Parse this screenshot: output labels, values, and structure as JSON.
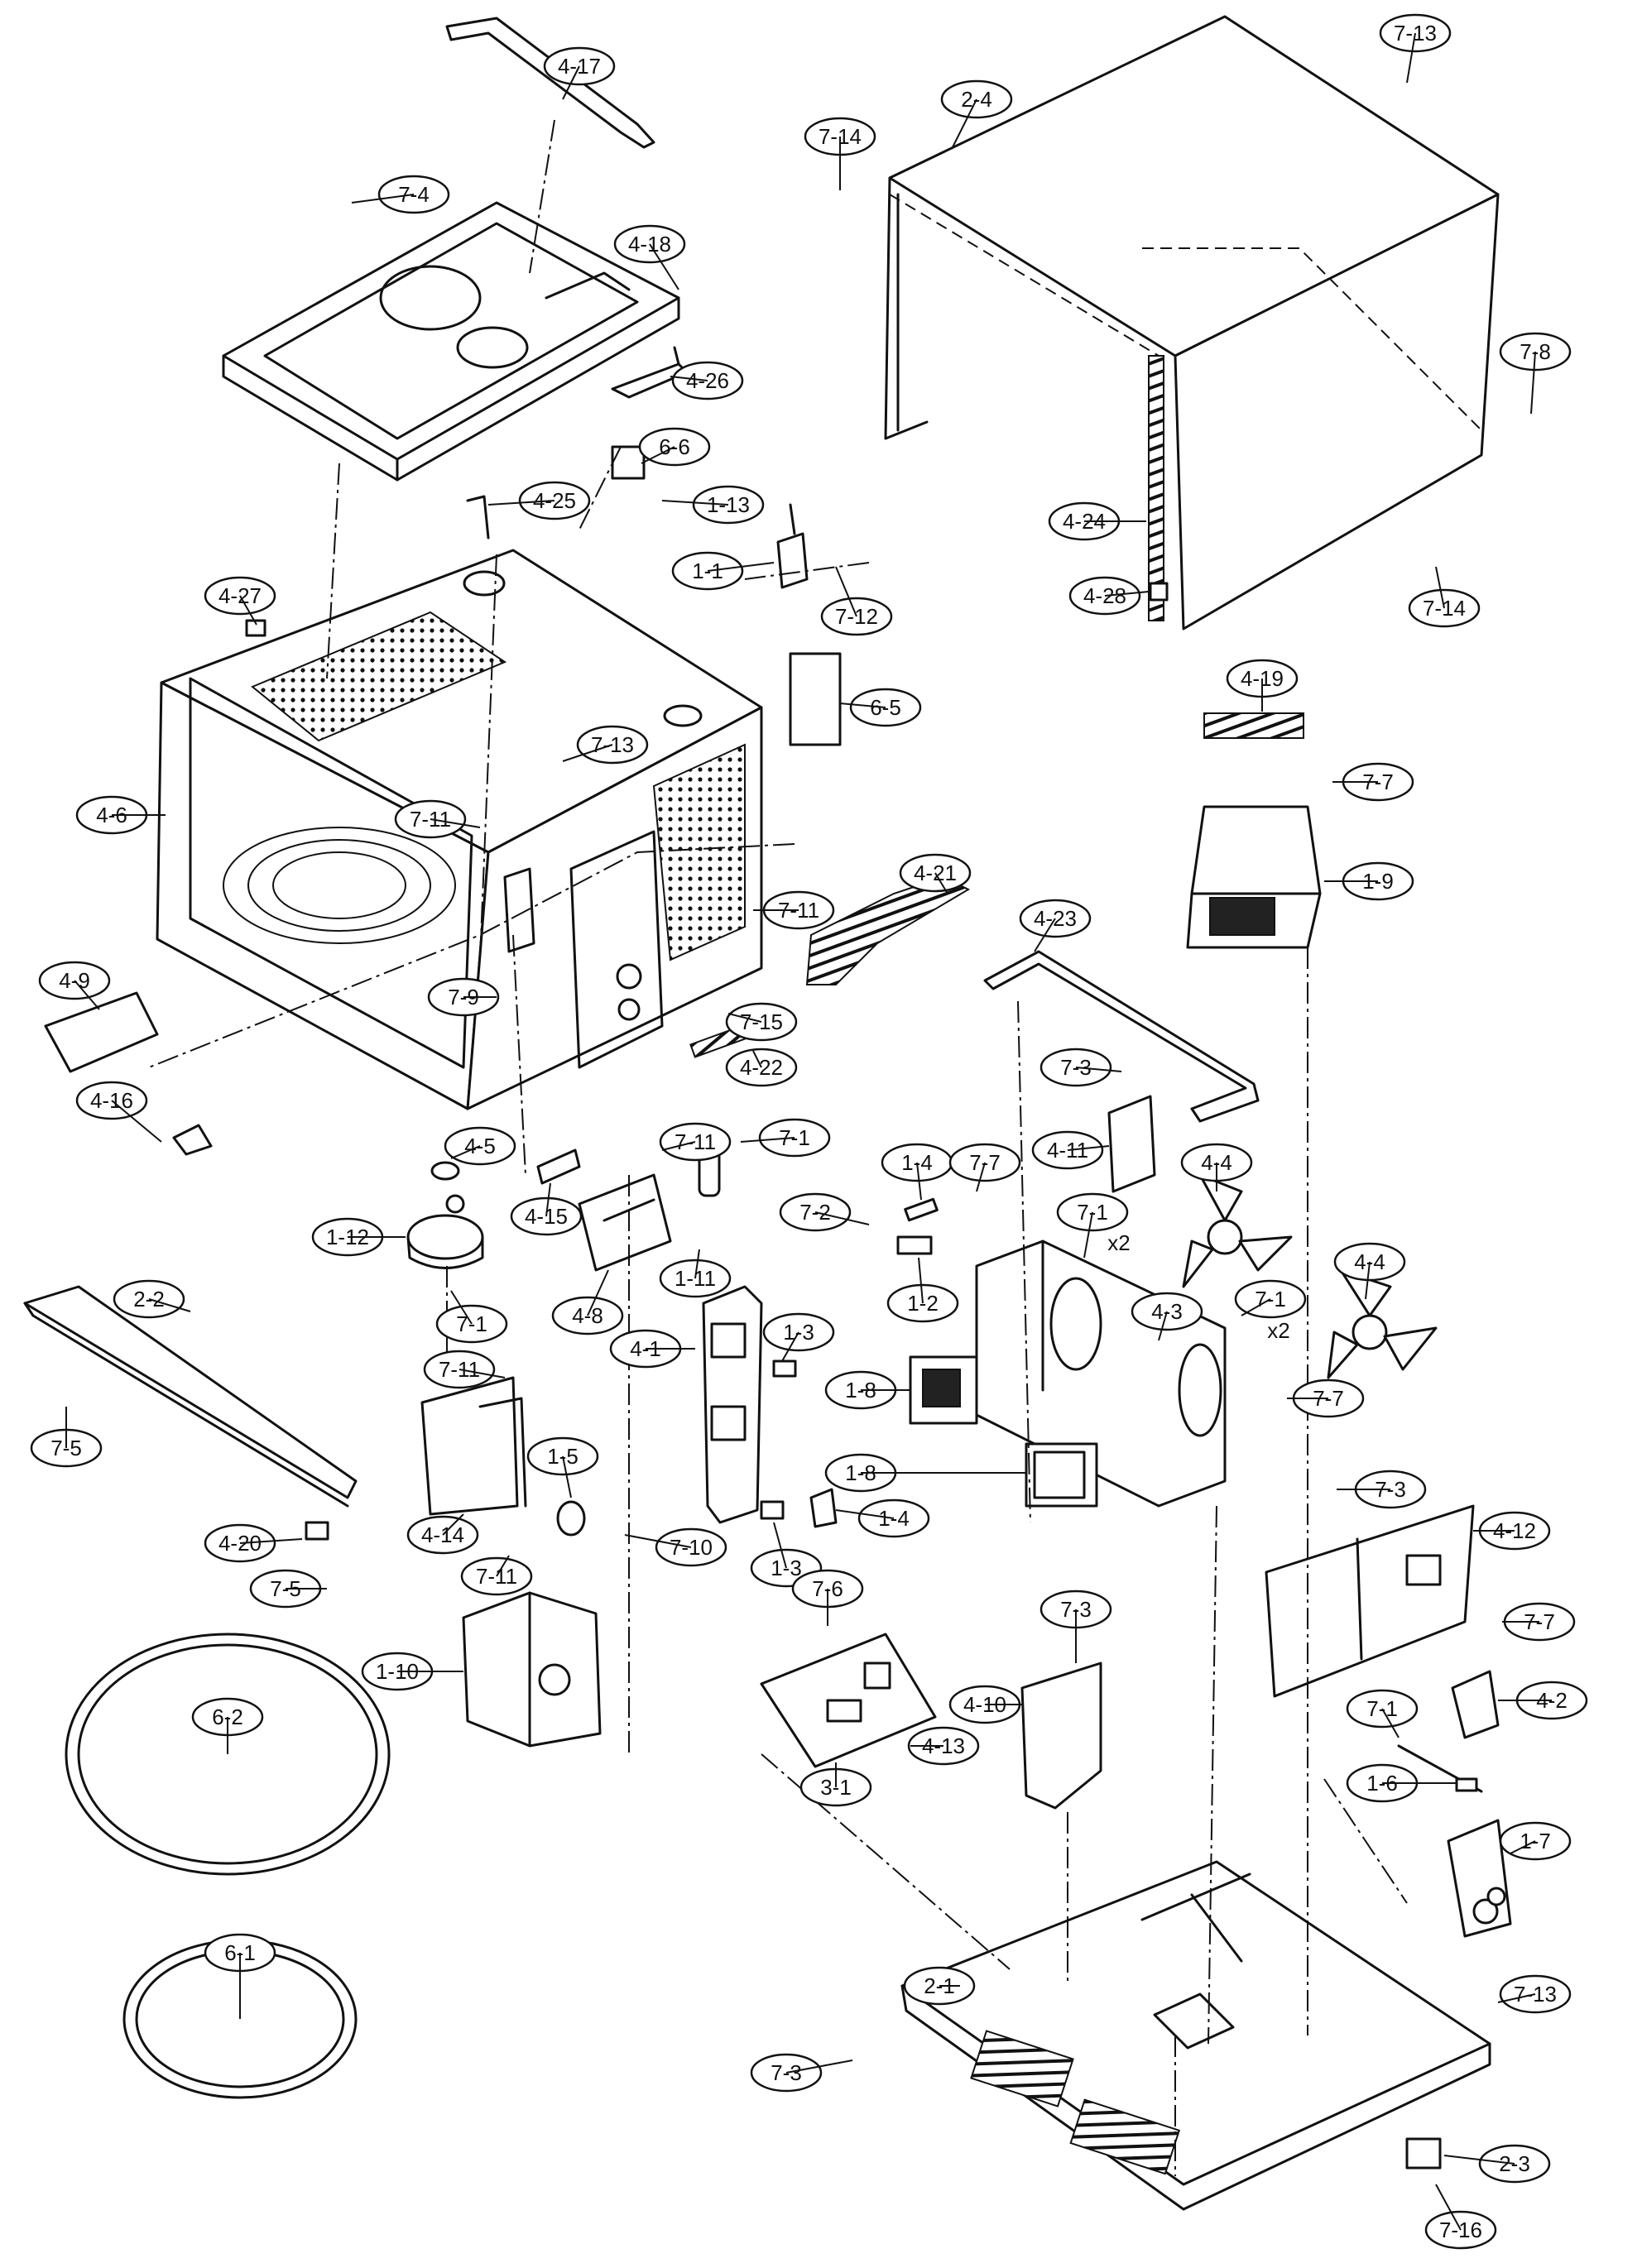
{
  "diagram": {
    "title": "",
    "colors": {
      "line": "#111111",
      "background": "#ffffff"
    },
    "callouts": [
      {
        "label": "4-17"
      },
      {
        "label": "4-18"
      },
      {
        "label": "7-4"
      },
      {
        "label": "4-26"
      },
      {
        "label": "7-13"
      },
      {
        "label": "2-4"
      },
      {
        "label": "7-14"
      },
      {
        "label": "7-8"
      },
      {
        "label": "4-24"
      },
      {
        "label": "4-28"
      },
      {
        "label": "7-14"
      },
      {
        "label": "6-6"
      },
      {
        "label": "1-13"
      },
      {
        "label": "4-25"
      },
      {
        "label": "4-27"
      },
      {
        "label": "1-1"
      },
      {
        "label": "7-12"
      },
      {
        "label": "6-5"
      },
      {
        "label": "4-19"
      },
      {
        "label": "7-7"
      },
      {
        "label": "1-9"
      },
      {
        "label": "7-13"
      },
      {
        "label": "4-6"
      },
      {
        "label": "7-11"
      },
      {
        "label": "4-21"
      },
      {
        "label": "7-11"
      },
      {
        "label": "4-23"
      },
      {
        "label": "4-9"
      },
      {
        "label": "7-9"
      },
      {
        "label": "7-15"
      },
      {
        "label": "4-22"
      },
      {
        "label": "4-16"
      },
      {
        "label": "7-3"
      },
      {
        "label": "4-11"
      },
      {
        "label": "4-5"
      },
      {
        "label": "7-11"
      },
      {
        "label": "7-1"
      },
      {
        "label": "1-4"
      },
      {
        "label": "7-7"
      },
      {
        "label": "4-4"
      },
      {
        "label": "1-12"
      },
      {
        "label": "4-15"
      },
      {
        "label": "7-2"
      },
      {
        "label": "7-1"
      },
      {
        "label": "1-11"
      },
      {
        "label": "1-2"
      },
      {
        "label": "4-8"
      },
      {
        "label": "4-3"
      },
      {
        "label": "7-1"
      },
      {
        "label": "4-4"
      },
      {
        "label": "7-1"
      },
      {
        "label": "2-2"
      },
      {
        "label": "4-1"
      },
      {
        "label": "1-3"
      },
      {
        "label": "7-11"
      },
      {
        "label": "1-8"
      },
      {
        "label": "7-7"
      },
      {
        "label": "7-5"
      },
      {
        "label": "1-5"
      },
      {
        "label": "1-8"
      },
      {
        "label": "7-3"
      },
      {
        "label": "4-12"
      },
      {
        "label": "4-14"
      },
      {
        "label": "1-4"
      },
      {
        "label": "4-20"
      },
      {
        "label": "7-10"
      },
      {
        "label": "1-3"
      },
      {
        "label": "7-11"
      },
      {
        "label": "7-5"
      },
      {
        "label": "7-6"
      },
      {
        "label": "7-3"
      },
      {
        "label": "7-7"
      },
      {
        "label": "1-10"
      },
      {
        "label": "4-10"
      },
      {
        "label": "4-2"
      },
      {
        "label": "7-1"
      },
      {
        "label": "6-2"
      },
      {
        "label": "4-13"
      },
      {
        "label": "3-1"
      },
      {
        "label": "1-6"
      },
      {
        "label": "1-7"
      },
      {
        "label": "6-1"
      },
      {
        "label": "2-1"
      },
      {
        "label": "7-13"
      },
      {
        "label": "7-3"
      },
      {
        "label": "2-3"
      },
      {
        "label": "7-16"
      }
    ],
    "notes": [
      "x2",
      "x2"
    ]
  }
}
